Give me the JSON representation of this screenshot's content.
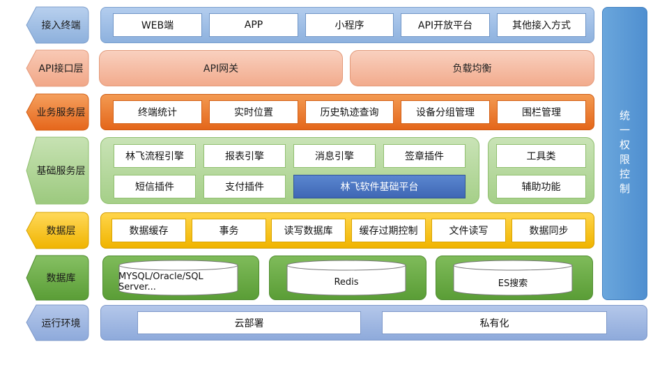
{
  "layers": {
    "access": {
      "label": "接入终端",
      "items": [
        "WEB端",
        "APP",
        "小程序",
        "API开放平台",
        "其他接入方式"
      ]
    },
    "api": {
      "label": "API接口层",
      "items": [
        "API网关",
        "负载均衡"
      ]
    },
    "business": {
      "label": "业务服务层",
      "items": [
        "终端统计",
        "实时位置",
        "历史轨迹查询",
        "设备分组管理",
        "围栏管理"
      ]
    },
    "foundation": {
      "label": "基础服务层",
      "row1": [
        "林飞流程引擎",
        "报表引擎",
        "消息引擎",
        "签章插件"
      ],
      "row2": [
        "短信插件",
        "支付插件"
      ],
      "platform": "林飞软件基础平台",
      "side": [
        "工具类",
        "辅助功能"
      ]
    },
    "data": {
      "label": "数据层",
      "items": [
        "数据缓存",
        "事务",
        "读写数据库",
        "缓存过期控制",
        "文件读写",
        "数据同步"
      ]
    },
    "database": {
      "label": "数据库",
      "items": [
        "MYSQL/Oracle/SQL Server...",
        "Redis",
        "ES搜索"
      ]
    },
    "runtime": {
      "label": "运行环境",
      "items": [
        "云部署",
        "私有化"
      ]
    }
  },
  "sidebar": {
    "label": "统一权限控制"
  },
  "colors": {
    "access": "#8eb4e3",
    "api": "#f4b8a2",
    "business": "#ef7b2a",
    "foundation": "#a9d18e",
    "data": "#f4c20d",
    "database": "#6aab46",
    "runtime": "#8eaadb",
    "sidebar": "#5b9bd5",
    "platform": "#4472c4"
  }
}
